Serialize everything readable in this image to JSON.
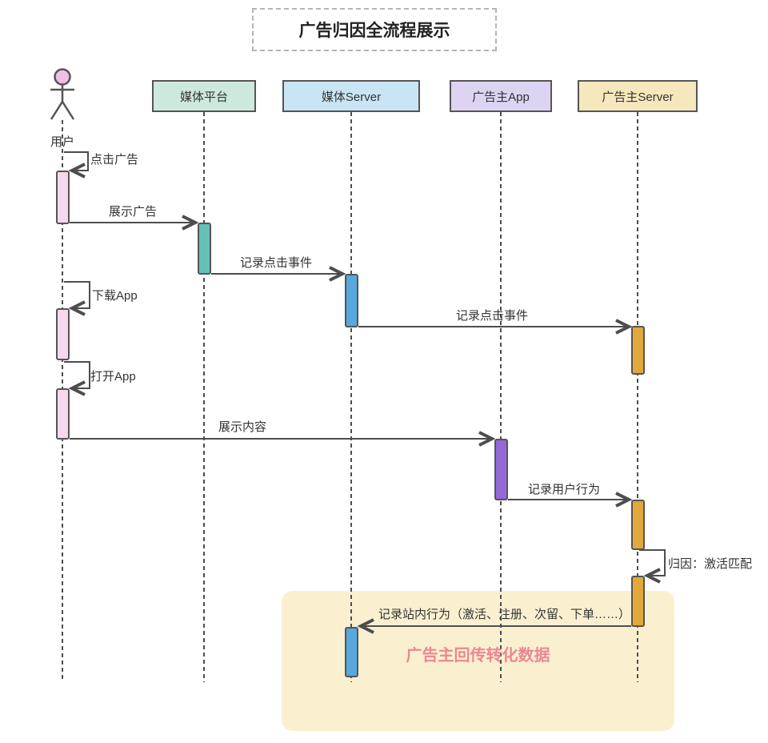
{
  "title": "广告归因全流程展示",
  "actor": {
    "label": "用户",
    "head_color": "#f0bfe2"
  },
  "participants": [
    {
      "label": "媒体平台",
      "fill": "#cde9dd"
    },
    {
      "label": "媒体Server",
      "fill": "#c9e5f5"
    },
    {
      "label": "广告主App",
      "fill": "#dfd3f3"
    },
    {
      "label": "广告主Server",
      "fill": "#f6e8bd"
    }
  ],
  "activation_colors": {
    "user": "#f5d8eb",
    "media_platform": "#63c1b7",
    "media_server": "#58a8dd",
    "advertiser_app": "#9468d8",
    "advertiser_server": "#e2a83c"
  },
  "messages": {
    "click_ad": "点击广告",
    "show_ad": "展示广告",
    "record_click_media": "记录点击事件",
    "download_app": "下载App",
    "open_app": "打开App",
    "record_click_advertiser": "记录点击事件",
    "show_content": "展示内容",
    "record_user_behavior": "记录用户行为",
    "attribution_match": "归因：激活匹配",
    "record_onsite_behavior": "记录站内行为（激活、注册、次留、下单……）"
  },
  "note": {
    "label": "广告主回传转化数据",
    "bg": "#faf0d0",
    "text_color": "#ec8794"
  }
}
